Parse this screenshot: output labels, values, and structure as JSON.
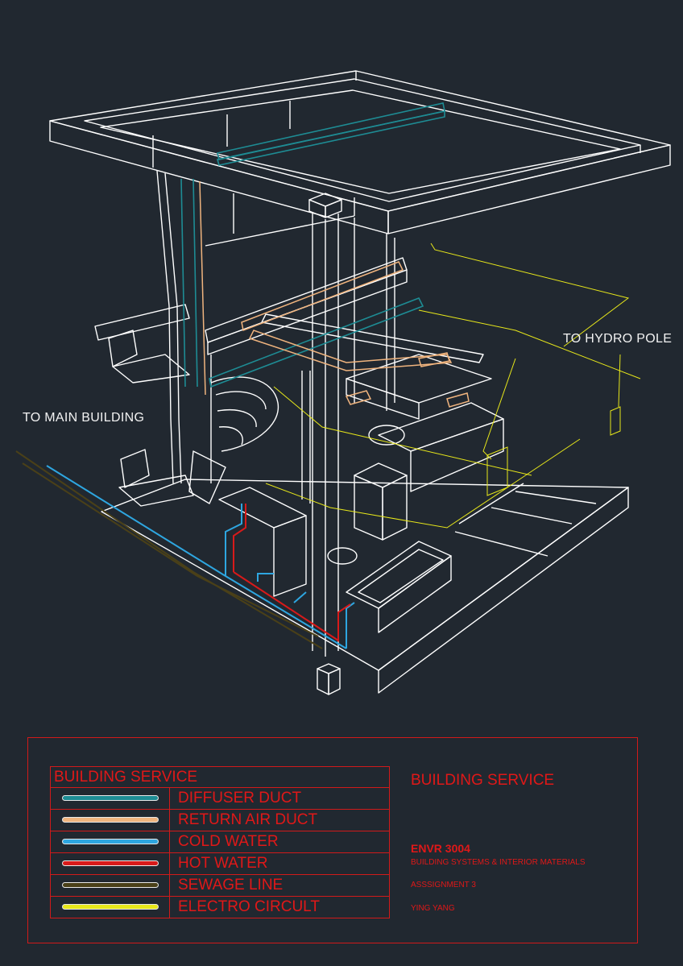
{
  "callouts": {
    "to_main_building": "TO MAIN BUILDING",
    "to_hydro_pole": "TO HYDRO POLE"
  },
  "legend": {
    "heading": "BUILDING SERVICE",
    "items": [
      {
        "label": "DIFFUSER DUCT",
        "color": "#1e8c94"
      },
      {
        "label": "RETURN AIR DUCT",
        "color": "#f0b47e"
      },
      {
        "label": "COLD WATER",
        "color": "#2ea6e0"
      },
      {
        "label": "HOT WATER",
        "color": "#d81a1a"
      },
      {
        "label": "SEWAGE LINE",
        "color": "#4a4018"
      },
      {
        "label": "ELECTRO CIRCULT",
        "color": "#e8e81a"
      }
    ]
  },
  "title_block": {
    "title": "BUILDING SERVICE",
    "course_code": "ENVR 3004",
    "course_name": "BUILDING SYSTEMS & INTERIOR MATERIALS",
    "assignment": "ASSSIGNMENT 3",
    "author": "YING YANG"
  },
  "colors": {
    "background": "#212830",
    "linework": "#ffffff",
    "titleblock": "#d11a1a"
  }
}
